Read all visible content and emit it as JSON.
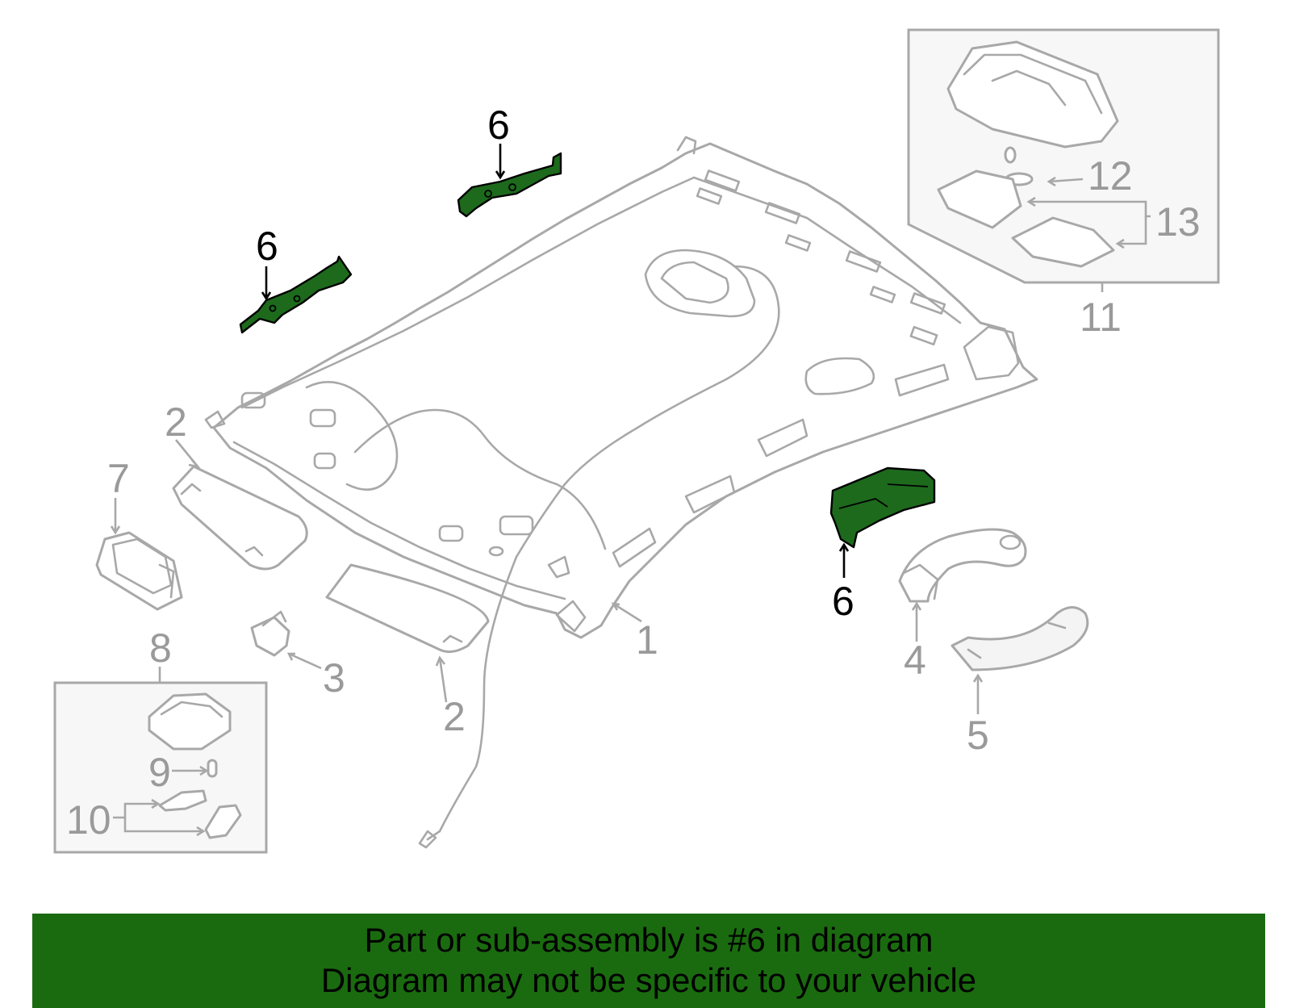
{
  "callouts": {
    "c1": "1",
    "c2a": "2",
    "c2b": "2",
    "c3": "3",
    "c4": "4",
    "c5": "5",
    "c6a": "6",
    "c6b": "6",
    "c6c": "6",
    "c7": "7",
    "c8": "8",
    "c9": "9",
    "c10": "10",
    "c11": "11",
    "c12": "12",
    "c13": "13"
  },
  "banner": {
    "line1": "Part or sub-assembly is #6 in diagram",
    "line2": "Diagram may not be specific to your vehicle"
  },
  "colors": {
    "highlight": "#1d6a1d",
    "banner": "#1a6b0f",
    "line_art": "#a8a8a8",
    "callout_text": "#9a9a9a"
  }
}
